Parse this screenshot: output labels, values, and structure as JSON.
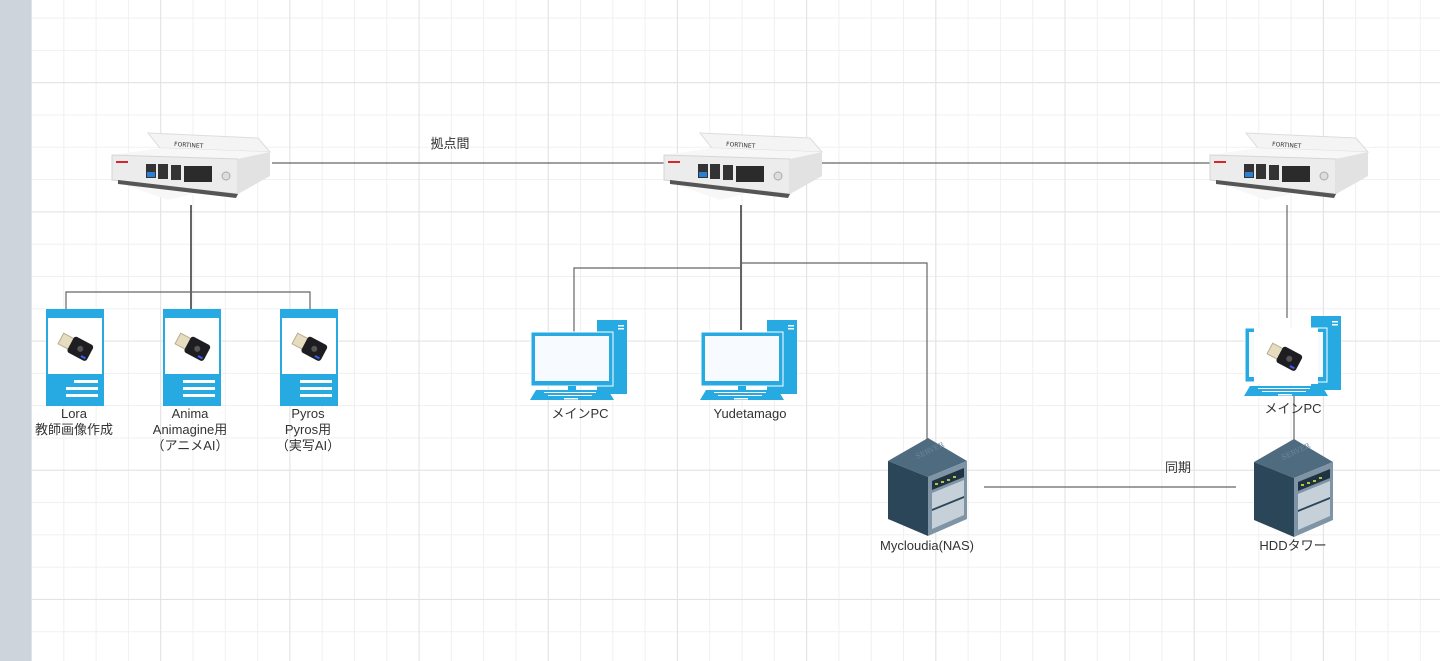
{
  "diagram": {
    "type": "network-topology",
    "colors": {
      "device_blue": "#27a9e1",
      "wire": "#555555",
      "server_dark": "#2f4b60",
      "server_mid": "#4d6a80",
      "firewall_brand_red": "#d8262c"
    },
    "firewalls": [
      {
        "id": "fw-left",
        "icon": "fortinet-firewall-icon",
        "brand": "FORTINET"
      },
      {
        "id": "fw-center",
        "icon": "fortinet-firewall-icon",
        "brand": "FORTINET"
      },
      {
        "id": "fw-right",
        "icon": "fortinet-firewall-icon",
        "brand": "FORTINET"
      }
    ],
    "edge_labels": {
      "site_to_site": "拠点間",
      "sync": "同期"
    },
    "gpu_servers": [
      {
        "name": "Lora",
        "lines": [
          "Lora",
          "教師画像作成"
        ],
        "icon": "server-with-usb-accelerator-icon"
      },
      {
        "name": "Anima",
        "lines": [
          "Anima",
          "Animagine用",
          "（アニメAI）"
        ],
        "icon": "server-with-usb-accelerator-icon"
      },
      {
        "name": "Pyros",
        "lines": [
          "Pyros",
          "Pyros用",
          "（実写AI）"
        ],
        "icon": "server-with-usb-accelerator-icon"
      }
    ],
    "pcs": [
      {
        "name": "メインPC",
        "icon": "desktop-pc-icon"
      },
      {
        "name": "Yudetamago",
        "icon": "desktop-pc-icon"
      },
      {
        "name": "メインPC",
        "icon": "desktop-pc-with-usb-accelerator-icon"
      }
    ],
    "storage": [
      {
        "name": "Mycloudia(NAS)",
        "icon": "server-tower-icon",
        "brand": "SERVER"
      },
      {
        "name": "HDDタワー",
        "icon": "server-tower-icon",
        "brand": "SERVER"
      }
    ]
  }
}
